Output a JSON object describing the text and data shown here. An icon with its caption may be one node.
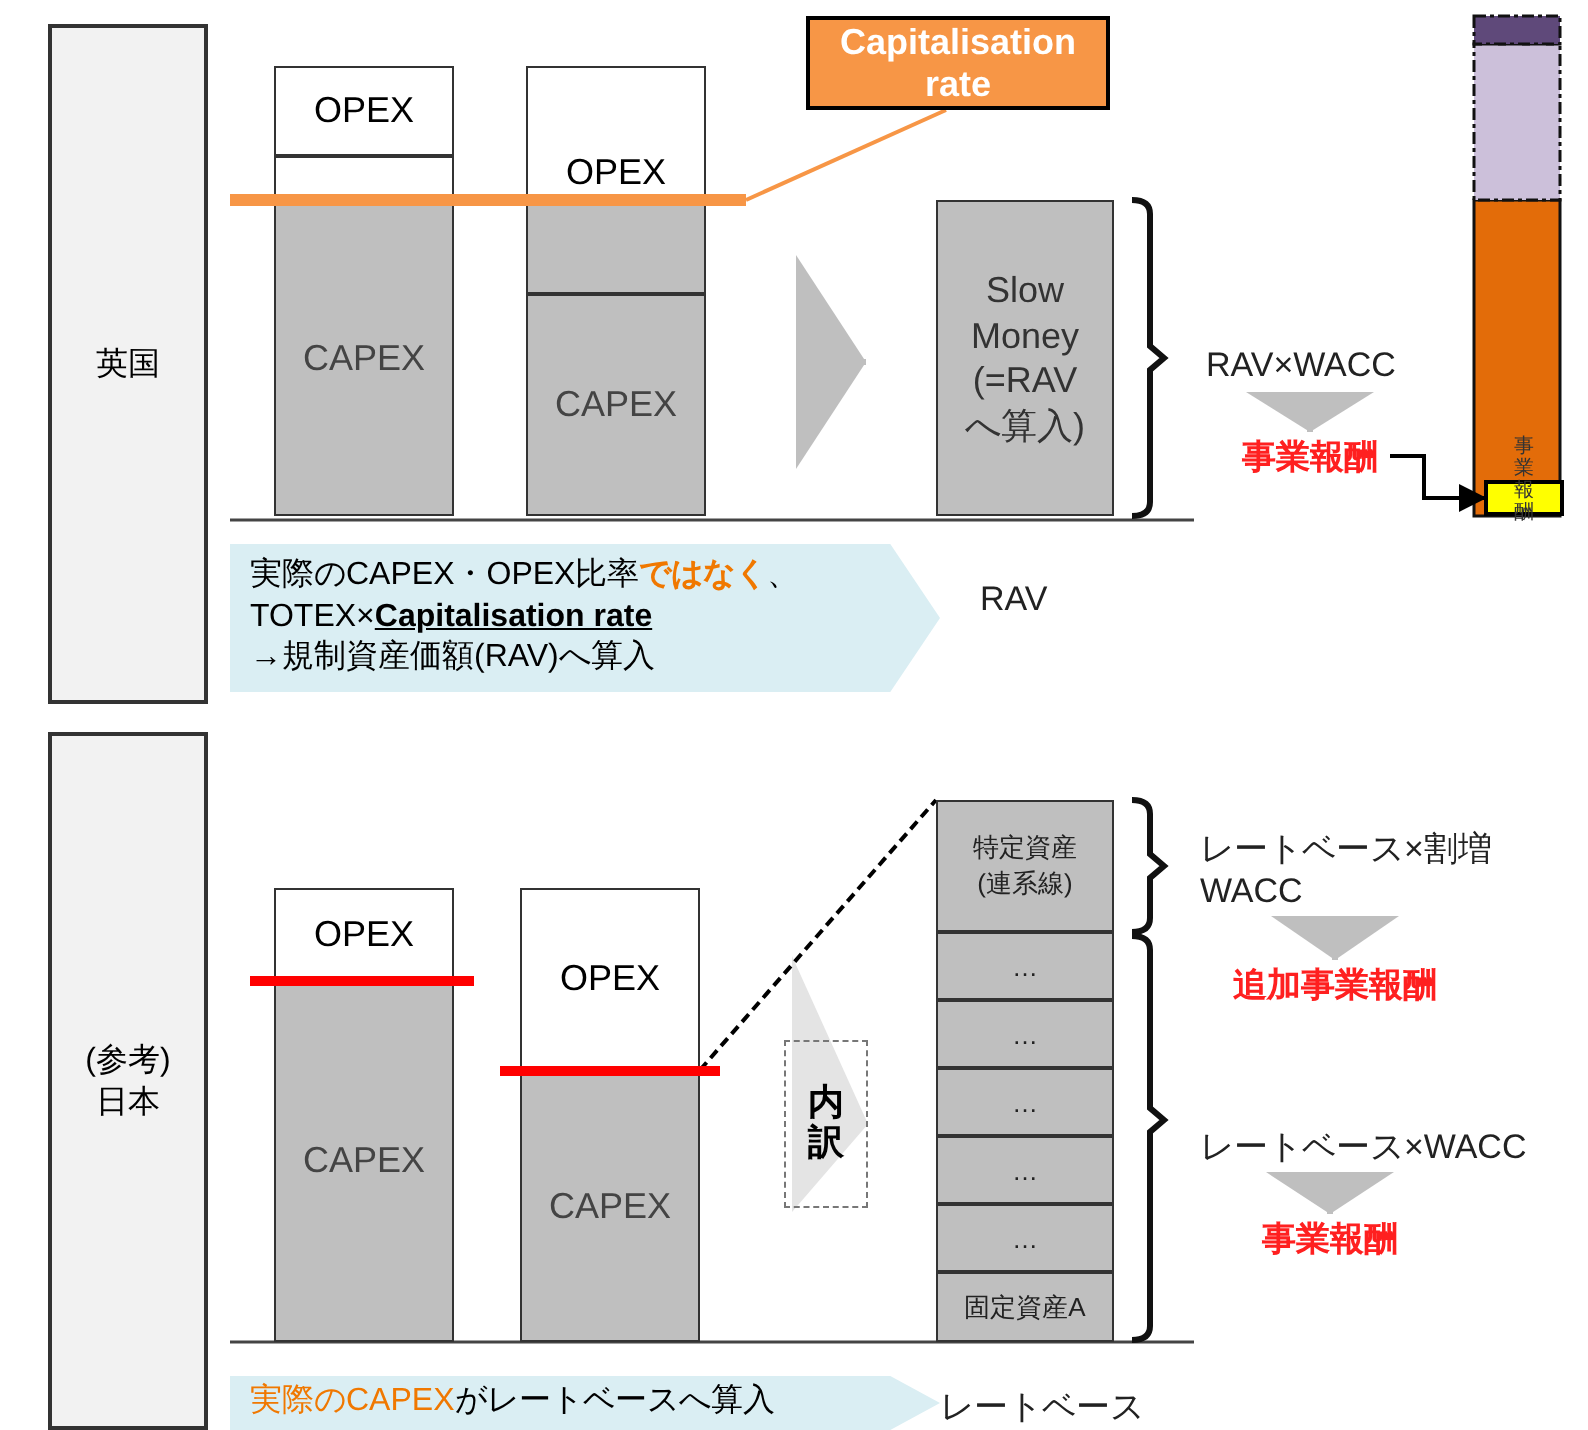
{
  "diagram": {
    "nodes": [
      {
        "text": [
          "英国"
        ]
      },
      {
        "text": [
          "OPEX"
        ]
      },
      {
        "text": [],
        "shape": "box"
      },
      {
        "text": [
          "CAPEX"
        ]
      },
      {
        "text": [
          "OPEX"
        ]
      },
      {
        "text": [],
        "shape": "box"
      },
      {
        "text": [
          "CAPEX"
        ]
      },
      {
        "text": [
          "Capitalisation rate"
        ]
      },
      {
        "text": [],
        "shape": "bar"
      },
      {
        "text": [
          "Slow Money (=RAV へ算入)"
        ]
      },
      {
        "text": [
          "RAV×WACC"
        ]
      },
      {
        "text": [
          "事業報酬"
        ]
      },
      {
        "text": [
          "事業報酬"
        ]
      },
      {
        "text": [
          "実際のCAPEX・OPEX比率**ではなく**、",
          "TOTEX×**Capitalisation rate**",
          "→規制資産価額(RAV)へ算入"
        ]
      },
      {
        "text": [
          "(参考) 日本"
        ]
      },
      {
        "text": [
          "OPEX"
        ]
      },
      {
        "text": [
          "CAPEX"
        ]
      },
      {
        "text": [
          "OPEX"
        ]
      },
      {
        "text": [
          "CAPEX"
        ]
      },
      {
        "text": [
          "内訳"
        ]
      },
      {
        "text": [
          "特定資産 (連系線)"
        ]
      },
      {
        "text": [
          "…"
        ]
      },
      {
        "text": [
          "…"
        ]
      },
      {
        "text": [
          "…"
        ]
      },
      {
        "text": [
          "…"
        ]
      },
      {
        "text": [
          "…"
        ]
      },
      {
        "text": [
          "固定資産A"
        ]
      },
      {
        "text": [
          "レートベース×割増 WACC"
        ]
      },
      {
        "text": [
          "追加事業報酬"
        ]
      },
      {
        "text": [
          "レートベース×WACC"
        ]
      },
      {
        "text": [
          "事業報酬"
        ]
      },
      {
        "text": [
          "**実際のCAPEX**がレートベースへ算入"
        ]
      }
    ],
    "edges": [
      {
        "from": 7,
        "to": 8,
        "arrow": "none",
        "color": "#f79646"
      },
      {
        "from": 6,
        "to": 9,
        "arrow": "to"
      },
      {
        "from": 10,
        "to": 11,
        "arrow": "to"
      },
      {
        "from": 11,
        "to": 12,
        "arrow": "to",
        "color": "#000000"
      },
      {
        "from": 18,
        "to": 20,
        "arrow": "none",
        "style": "dashed",
        "color": "#000000"
      },
      {
        "from": 27,
        "to": 28,
        "arrow": "to"
      },
      {
        "from": 29,
        "to": 30,
        "arrow": "to"
      }
    ],
    "labels": [
      "RAV",
      "レートベース"
    ]
  }
}
